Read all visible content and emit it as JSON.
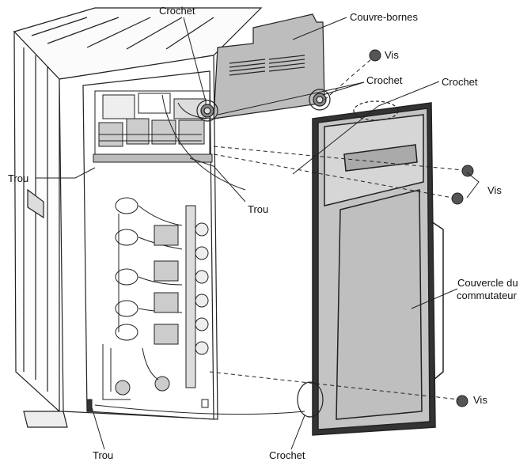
{
  "labels": {
    "crochet_top": "Crochet",
    "couvre_bornes": "Couvre-bornes",
    "vis_top": "Vis",
    "crochet_mid": "Crochet",
    "crochet_right": "Crochet",
    "trou_left": "Trou",
    "trou_mid": "Trou",
    "vis_right": "Vis",
    "couvercle_line1": "Couvercle du",
    "couvercle_line2": "commutateur",
    "vis_bottom": "Vis",
    "trou_bottom": "Trou",
    "crochet_bottom": "Crochet"
  }
}
